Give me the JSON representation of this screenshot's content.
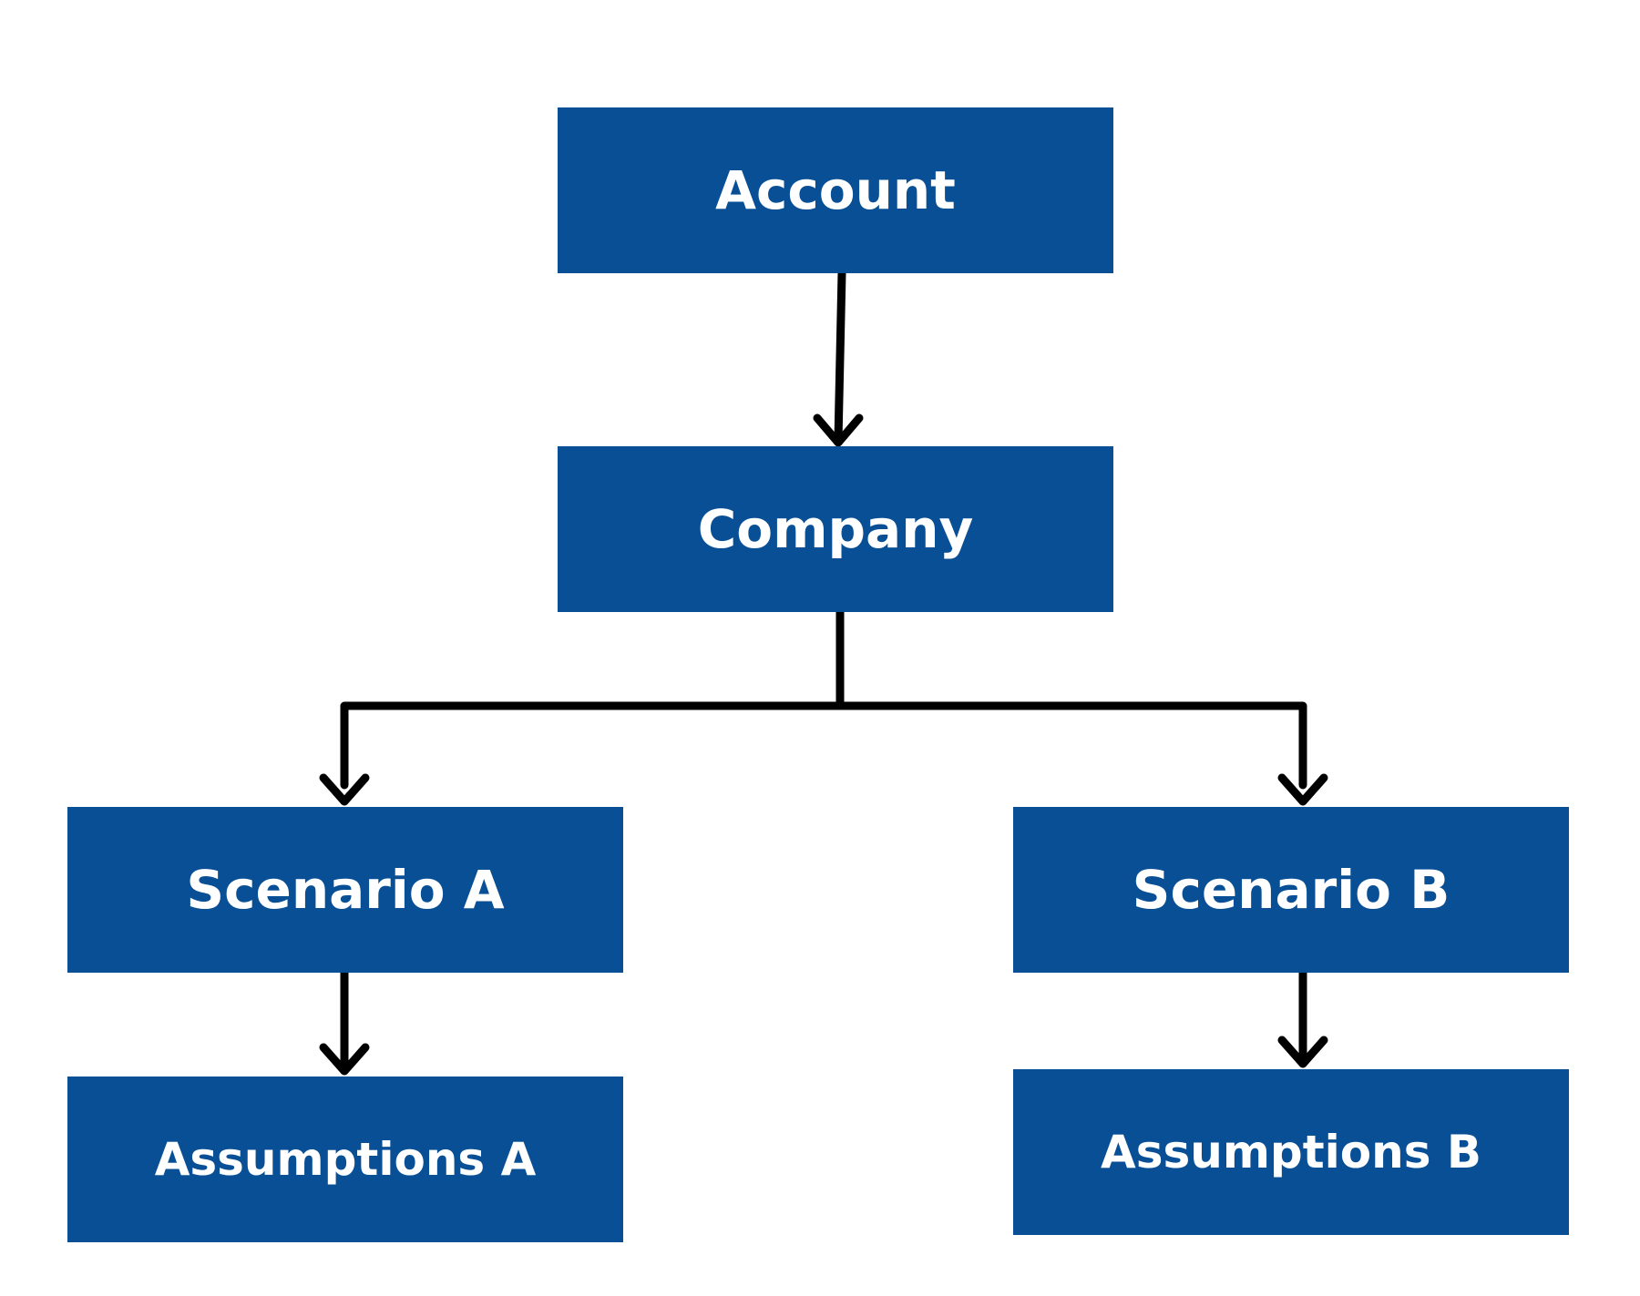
{
  "colors": {
    "node_fill": "#084f96",
    "node_text": "#ffffff",
    "connector": "#000000"
  },
  "nodes": {
    "account": "Account",
    "company": "Company",
    "scenario_a": "Scenario A",
    "scenario_b": "Scenario B",
    "assumptions_a": "Assumptions A",
    "assumptions_b": "Assumptions B"
  },
  "edges": [
    {
      "from": "account",
      "to": "company"
    },
    {
      "from": "company",
      "to": "scenario_a"
    },
    {
      "from": "company",
      "to": "scenario_b"
    },
    {
      "from": "scenario_a",
      "to": "assumptions_a"
    },
    {
      "from": "scenario_b",
      "to": "assumptions_b"
    }
  ]
}
